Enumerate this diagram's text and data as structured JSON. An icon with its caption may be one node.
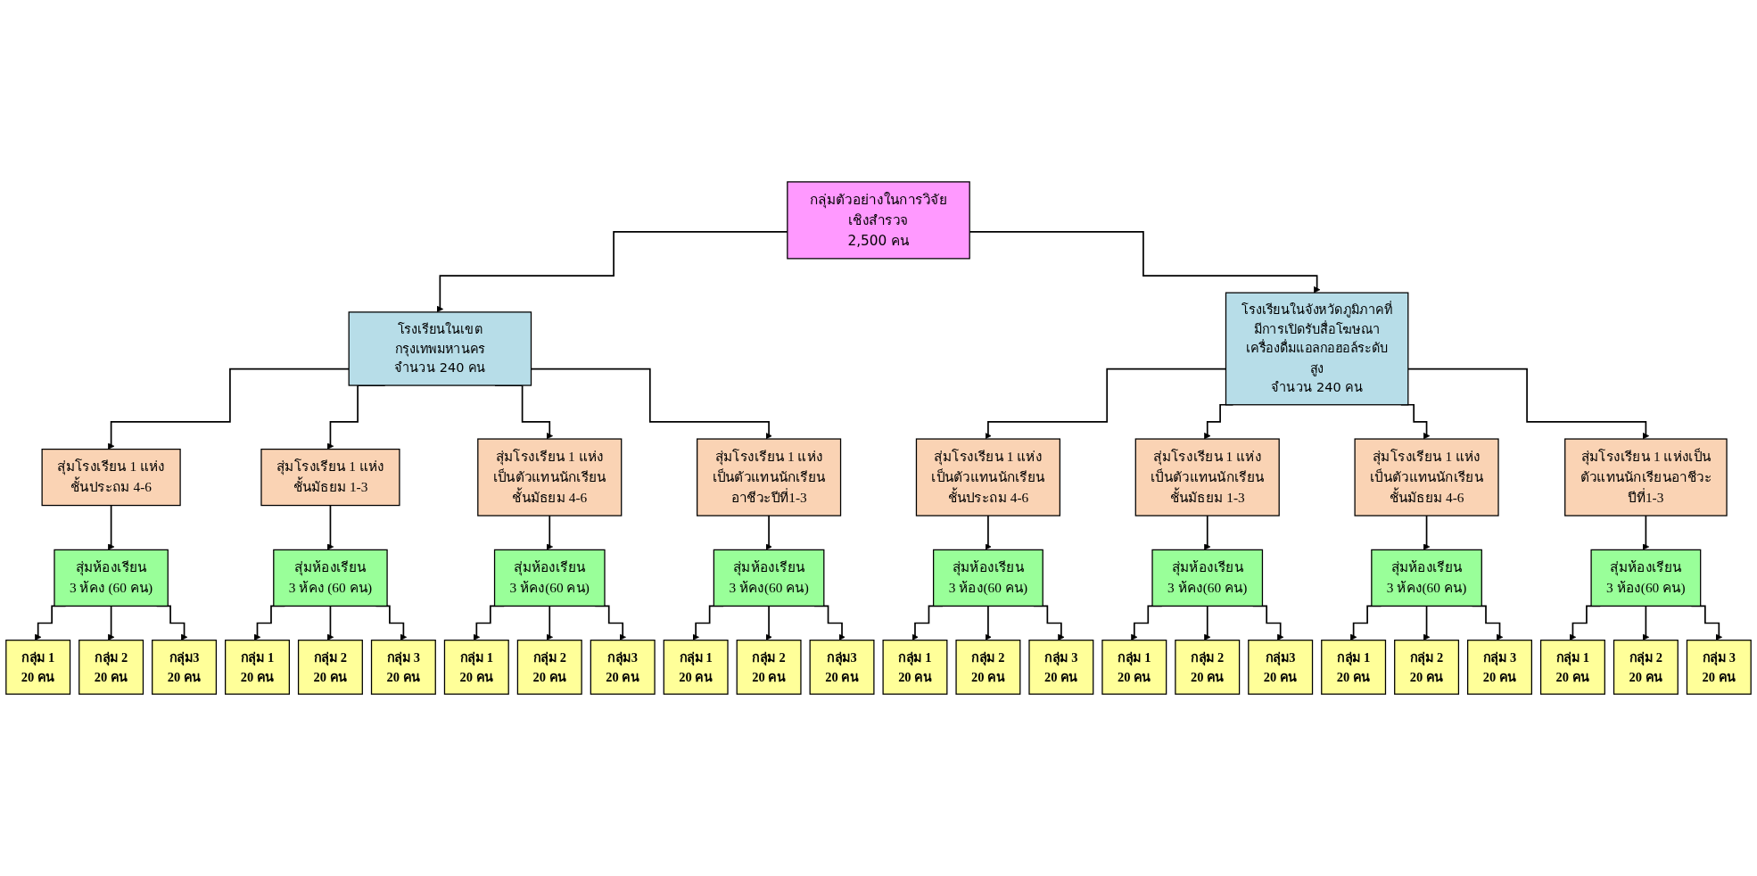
{
  "diagram": {
    "nodes": [
      {
        "text": [
          "กลุ่มตัวอย่างในการวิจัยเชิงสำรวจ",
          "2,500 คน"
        ]
      },
      {
        "text": [
          "โรงเรียนในเขตกรุงเทพมหานคร",
          "จำนวน 240 คน"
        ]
      },
      {
        "text": [
          "โรงเรียนในจังหวัดภูมิภาคที่มีการเปิดรับสื่อโฆษณาเครื่องดื่มแอลกอฮอล์ระดับสูง",
          "จำนวน 240 คน"
        ]
      },
      {
        "text": [
          "สุ่มโรงเรียน 1 แห่ง",
          "ชั้นประถม 4-6"
        ]
      },
      {
        "text": [
          "สุ่มโรงเรียน 1 แห่ง",
          "ชั้นมัธยม 1-3"
        ]
      },
      {
        "text": [
          "สุ่มโรงเรียน 1 แห่ง",
          "เป็นตัวแทนนักเรียน",
          "ชั้นมัธยม 4-6"
        ]
      },
      {
        "text": [
          "สุ่มโรงเรียน 1 แห่ง",
          "เป็นตัวแทนนักเรียน",
          "อาชีวะปีที่1-3"
        ]
      },
      {
        "text": [
          "สุ่มโรงเรียน 1 แห่ง",
          "เป็นตัวแทนนักเรียน",
          "ชั้นประถม 4-6"
        ]
      },
      {
        "text": [
          "สุ่มโรงเรียน 1 แห่ง",
          "เป็นตัวแทนนักเรียน",
          "ชั้นมัธยม 1-3"
        ]
      },
      {
        "text": [
          "สุ่มโรงเรียน 1 แห่ง",
          "เป็นตัวแทนนักเรียน",
          "ชั้นมัธยม 4-6"
        ]
      },
      {
        "text": [
          "สุ่มโรงเรียน 1 แห่งเป็น",
          "ตัวแทนนักเรียนอาชีวะ",
          "ปีที่1-3"
        ]
      },
      {
        "text": [
          "สุ่มห้องเรียน",
          "3 ห้คง (60 คน)"
        ]
      },
      {
        "text": [
          "สุ่มห้องเรียน",
          "3 ห้คง (60 คน)"
        ]
      },
      {
        "text": [
          "สุ่มห้องเรียน",
          "3 ห้คง(60 คน)"
        ]
      },
      {
        "text": [
          "สุ่มห้องเรียน",
          "3 ห้คง(60 คน)"
        ]
      },
      {
        "text": [
          "สุ่มห้องเรียน",
          "3 ห้อง(60 คน)"
        ]
      },
      {
        "text": [
          "สุ่มห้องเรียน",
          "3 ห้คง(60 คน)"
        ]
      },
      {
        "text": [
          "สุ่มห้องเรียน",
          "3 ห้คง(60 คน)"
        ]
      },
      {
        "text": [
          "สุ่มห้องเรียน",
          "3 ห้อง(60 คน)"
        ]
      },
      {
        "text": [
          "กลุ่ม 1",
          "20 คน"
        ]
      },
      {
        "text": [
          "กลุ่ม 2",
          "20 คน"
        ]
      },
      {
        "text": [
          "กลุ่ม3",
          "20 คน"
        ]
      },
      {
        "text": [
          "กลุ่ม 1",
          "20 คน"
        ]
      },
      {
        "text": [
          "กลุ่ม 2",
          "20 คน"
        ]
      },
      {
        "text": [
          "กลุ่ม 3",
          "20 คน"
        ]
      },
      {
        "text": [
          "กลุ่ม 1",
          "20 คน"
        ]
      },
      {
        "text": [
          "กลุ่ม 2",
          "20 คน"
        ]
      },
      {
        "text": [
          "กลุ่ม3",
          "20 คน"
        ]
      },
      {
        "text": [
          "กลุ่ม 1",
          "20 คน"
        ]
      },
      {
        "text": [
          "กลุ่ม 2",
          "20 คน"
        ]
      },
      {
        "text": [
          "กลุ่ม3",
          "20 คน"
        ]
      },
      {
        "text": [
          "กลุ่ม 1",
          "20 คน"
        ]
      },
      {
        "text": [
          "กลุ่ม 2",
          "20 คน"
        ]
      },
      {
        "text": [
          "กลุ่ม 3",
          "20 คน"
        ]
      },
      {
        "text": [
          "กลุ่ม 1",
          "20 คน"
        ]
      },
      {
        "text": [
          "กลุ่ม 2",
          "20 คน"
        ]
      },
      {
        "text": [
          "กลุ่ม3",
          "20 คน"
        ]
      },
      {
        "text": [
          "กลุ่ม 1",
          "20 คน"
        ]
      },
      {
        "text": [
          "กลุ่ม 2",
          "20 คน"
        ]
      },
      {
        "text": [
          "กลุ่ม 3",
          "20 คน"
        ]
      },
      {
        "text": [
          "กลุ่ม 1",
          "20 คน"
        ]
      },
      {
        "text": [
          "กลุ่ม 2",
          "20 คน"
        ]
      },
      {
        "text": [
          "กลุ่ม 3",
          "20 คน"
        ]
      }
    ],
    "edges": [
      {
        "from": 0,
        "to": 1,
        "arrow": "to"
      },
      {
        "from": 0,
        "to": 2,
        "arrow": "to"
      },
      {
        "from": 1,
        "to": 3,
        "arrow": "to"
      },
      {
        "from": 1,
        "to": 4,
        "arrow": "to"
      },
      {
        "from": 1,
        "to": 5,
        "arrow": "to"
      },
      {
        "from": 1,
        "to": 6,
        "arrow": "to"
      },
      {
        "from": 2,
        "to": 7,
        "arrow": "to"
      },
      {
        "from": 2,
        "to": 8,
        "arrow": "to"
      },
      {
        "from": 2,
        "to": 9,
        "arrow": "to"
      },
      {
        "from": 2,
        "to": 10,
        "arrow": "to"
      },
      {
        "from": 3,
        "to": 11,
        "arrow": "to"
      },
      {
        "from": 4,
        "to": 12,
        "arrow": "to"
      },
      {
        "from": 5,
        "to": 13,
        "arrow": "to"
      },
      {
        "from": 6,
        "to": 14,
        "arrow": "to"
      },
      {
        "from": 7,
        "to": 15,
        "arrow": "to"
      },
      {
        "from": 8,
        "to": 16,
        "arrow": "to"
      },
      {
        "from": 9,
        "to": 17,
        "arrow": "to"
      },
      {
        "from": 10,
        "to": 18,
        "arrow": "to"
      },
      {
        "from": 11,
        "to": 19,
        "arrow": "to"
      },
      {
        "from": 11,
        "to": 20,
        "arrow": "to"
      },
      {
        "from": 11,
        "to": 21,
        "arrow": "to"
      },
      {
        "from": 12,
        "to": 22,
        "arrow": "to"
      },
      {
        "from": 12,
        "to": 23,
        "arrow": "to"
      },
      {
        "from": 12,
        "to": 24,
        "arrow": "to"
      },
      {
        "from": 13,
        "to": 25,
        "arrow": "to"
      },
      {
        "from": 13,
        "to": 26,
        "arrow": "to"
      },
      {
        "from": 13,
        "to": 27,
        "arrow": "to"
      },
      {
        "from": 14,
        "to": 28,
        "arrow": "to"
      },
      {
        "from": 14,
        "to": 29,
        "arrow": "to"
      },
      {
        "from": 14,
        "to": 30,
        "arrow": "to"
      },
      {
        "from": 15,
        "to": 31,
        "arrow": "to"
      },
      {
        "from": 15,
        "to": 32,
        "arrow": "to"
      },
      {
        "from": 15,
        "to": 33,
        "arrow": "to"
      },
      {
        "from": 16,
        "to": 34,
        "arrow": "to"
      },
      {
        "from": 16,
        "to": 35,
        "arrow": "to"
      },
      {
        "from": 16,
        "to": 36,
        "arrow": "to"
      },
      {
        "from": 17,
        "to": 37,
        "arrow": "to"
      },
      {
        "from": 17,
        "to": 38,
        "arrow": "to"
      },
      {
        "from": 17,
        "to": 39,
        "arrow": "to"
      },
      {
        "from": 18,
        "to": 40,
        "arrow": "to"
      },
      {
        "from": 18,
        "to": 41,
        "arrow": "to"
      },
      {
        "from": 18,
        "to": 42,
        "arrow": "to"
      }
    ]
  }
}
